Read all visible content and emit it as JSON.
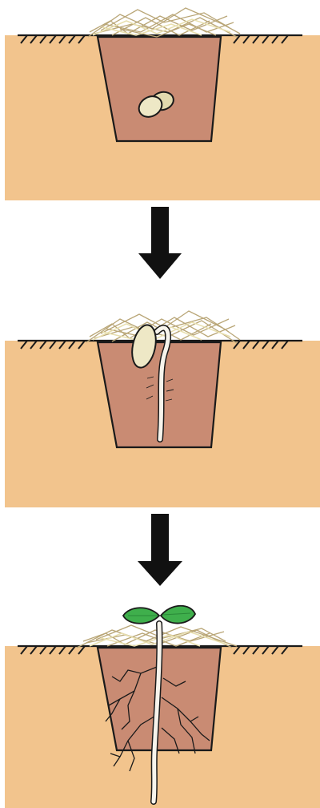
{
  "diagram": {
    "kind": "seed-germination-sequence",
    "stages": [
      {
        "name": "seed-planted"
      },
      {
        "name": "root-emerging"
      },
      {
        "name": "seedling-with-roots"
      }
    ],
    "arrows": 2,
    "colors": {
      "soil": "#F2C48D",
      "pit": "#C98B73",
      "outline": "#1a1a1a",
      "mulch": "#E8DFAE",
      "seed": "#EEE8C6",
      "root": "#F7F4EC",
      "leaf": "#3FAF4C",
      "arrow": "#111111"
    }
  }
}
